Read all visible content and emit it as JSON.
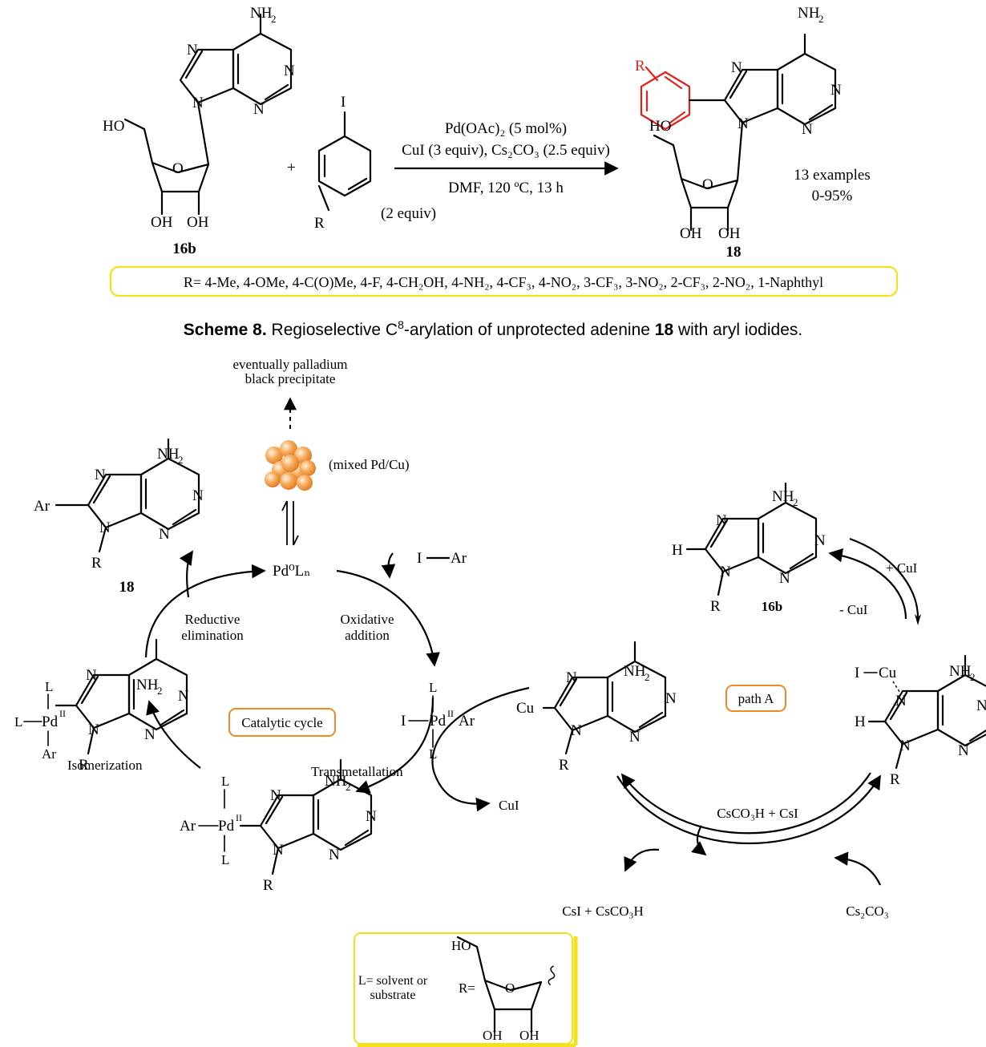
{
  "scheme": {
    "reactant_label": "16b",
    "product_label": "18",
    "reagent_line1": "Pd(OAc)₂ (5 mol%)",
    "reagent_line2": "CuI (3 equiv), Cs₂CO₃ (2.5 equiv)",
    "conditions": "DMF, 120 ºC, 13 h",
    "equiv": "(2 equiv)",
    "plus": "+",
    "examples": "13 examples",
    "yield": "0-95%",
    "r_list": "R= 4-Me, 4-OMe, 4-C(O)Me, 4-F, 4-CH₂OH, 4-NH₂, 4-CF₃, 4-NO₂, 3-CF₃, 3-NO₂, 2-CF₃, 2-NO₂, 1-Naphthyl"
  },
  "caption": {
    "bold_prefix": "Scheme 8.",
    "text_before": " Regioselective C",
    "superscript": "8",
    "text_middle": "-arylation of unprotected adenine ",
    "bold_ref": "18",
    "text_after": " with aryl iodides."
  },
  "mechanism": {
    "pd_black": [
      "eventually palladium",
      "black precipitate"
    ],
    "mixed": "(mixed Pd/Cu)",
    "pd0": "Pd⁰Lₙ",
    "product_label": "18",
    "reductive": [
      "Reductive",
      "elimination"
    ],
    "oxidative": [
      "Oxidative",
      "addition"
    ],
    "catalytic_cycle": "Catalytic cycle",
    "transmetallation": "Transmetallation",
    "isomerization": "Isomerization",
    "cui": "CuI",
    "path_a": "path A",
    "plus_cui": "+ CuI",
    "minus_cui": "- CuI",
    "sm_label": "16b",
    "cs_top": "CsCO₃H + CsI",
    "cs_bottom_left": "CsI + CsCO₃H",
    "cs2co3": "Cs₂CO₃",
    "iar": "I",
    "ar": "Ar"
  },
  "legend": {
    "l_def": [
      "L= solvent or",
      "substrate"
    ],
    "r_eq": "R="
  },
  "colors": {
    "aryl_highlight": "#e0231c",
    "box_yellow": "#f2e11b",
    "box_orange": "#f08a24",
    "sphere": "#f5a04a"
  }
}
